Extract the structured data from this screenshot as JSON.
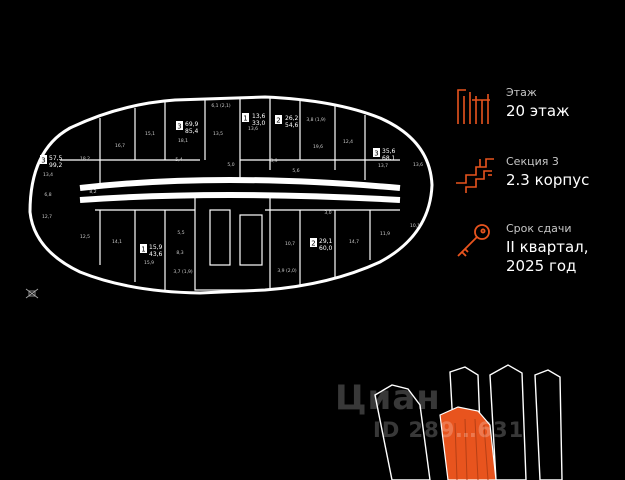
{
  "floor": {
    "label": "Этаж",
    "value": "20 этаж"
  },
  "section": {
    "label": "Секция 3",
    "value": "2.3 корпус"
  },
  "delivery": {
    "label": "Срок сдачи",
    "value_line1": "II квартал,",
    "value_line2": "2025 год"
  },
  "units": [
    {
      "rooms": "1",
      "area": "13,6",
      "total": "33,0"
    },
    {
      "rooms": "2",
      "area": "26,2",
      "total": "54,6"
    },
    {
      "rooms": "3",
      "area": "69,9",
      "total": "85,4"
    },
    {
      "rooms": "3",
      "area": "57,5",
      "total": "99,2"
    },
    {
      "rooms": "3",
      "area": "35,6",
      "total": "68,1"
    },
    {
      "rooms": "1",
      "area": "15,9",
      "total": "43,6"
    },
    {
      "rooms": "2",
      "area": "29,1",
      "total": "60,0"
    }
  ],
  "room_labels": [
    "18,2",
    "16,7",
    "15,1",
    "18,1",
    "13,5",
    "13,6",
    "19,6",
    "12,4",
    "13,7",
    "13,6",
    "13,4",
    "12,7",
    "12,5",
    "14,1",
    "15,9",
    "10,7",
    "14,7",
    "11,9",
    "10,1",
    "8,3",
    "3,7 (1,9)",
    "3,9 (2,0)",
    "6,1 (2,1)",
    "3,8 (1,9)",
    "5,4",
    "5,5",
    "5,0",
    "3,9",
    "5,6",
    "3,0",
    "8,2",
    "6,8"
  ],
  "watermark": {
    "brand": "Циан",
    "id": "ID 289…631"
  },
  "colors": {
    "accent": "#e8541e",
    "background": "#000000",
    "wall": "#ffffff"
  },
  "icons": [
    "floor-icon",
    "section-icon",
    "key-icon",
    "compass-icon"
  ]
}
